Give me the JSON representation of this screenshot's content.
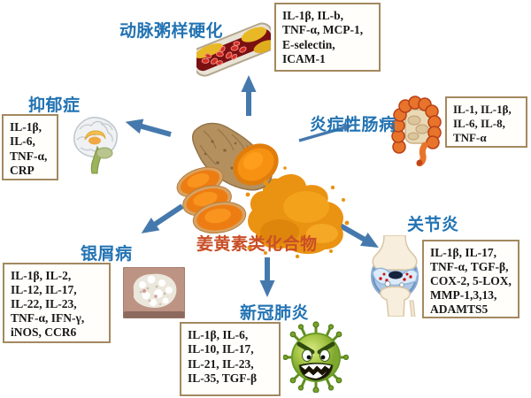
{
  "background": "#ffffff",
  "colors": {
    "label_blue": "#2273b3",
    "center_label_red": "#c94e27",
    "arrow_blue": "#4579ad",
    "box_border_tan": "#a3895f",
    "box_text": "#181818",
    "turmeric_orange": "#ee8a10",
    "virus_green": "#9dbf3c"
  },
  "center": {
    "label": "姜黄素类化合物",
    "image": "turmeric-root-slices-and-powder"
  },
  "nodes": [
    {
      "id": "atherosclerosis",
      "label": "动脉粥样硬化",
      "image": "artery-with-plaque",
      "markers": [
        "IL-1β, IL-b,",
        "TNF-α, MCP-1,",
        "E-selectin,",
        "ICAM-1"
      ]
    },
    {
      "id": "depression",
      "label": "抑郁症",
      "image": "brain",
      "markers": [
        "IL-1β,",
        "IL-6,",
        "TNF-α,",
        "CRP"
      ]
    },
    {
      "id": "inflammatory-bowel-disease",
      "label": "炎症性肠病",
      "image": "intestine",
      "markers": [
        "IL-1, IL-1β,",
        "IL-6, IL-8,",
        "TNF-α"
      ]
    },
    {
      "id": "psoriasis",
      "label": "银屑病",
      "image": "psoriasis-skin-lesion",
      "markers": [
        "IL-1β, IL-2,",
        "IL-12, IL-17,",
        "IL-22, IL-23,",
        "TNF-α, IFN-γ,",
        "iNOS, CCR6"
      ]
    },
    {
      "id": "covid-19",
      "label": "新冠肺炎",
      "image": "coronavirus",
      "markers": [
        "IL-1β, IL-6,",
        "IL-10, IL-17,",
        "IL-21, IL-23,",
        "IL-35, TGF-β"
      ]
    },
    {
      "id": "arthritis",
      "label": "关节炎",
      "image": "knee-joint",
      "markers": [
        "IL-1β, IL-17,",
        "TNF-α, TGF-β,",
        "COX-2, 5-LOX,",
        "MMP-1,3,13,",
        "ADAMTS5"
      ]
    }
  ]
}
